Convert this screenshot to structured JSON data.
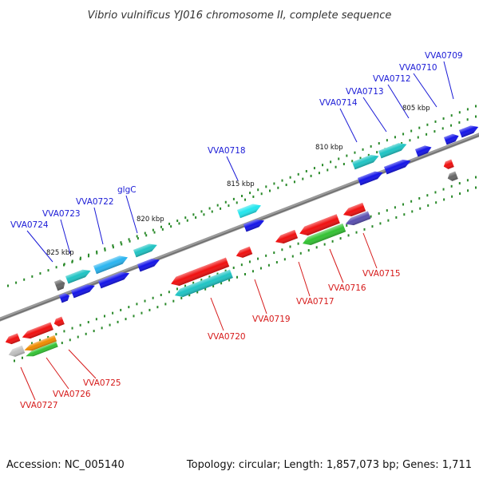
{
  "title": "Vibrio vulnificus YJ016 chromosome II, complete sequence",
  "footer": {
    "accession": "Accession: NC_005140",
    "summary": "Topology: circular; Length: 1,857,073 bp; Genes: 1,711"
  },
  "colors": {
    "top_strand_label": "#1a1ad6",
    "bottom_strand_label": "#d61a1a",
    "backbone": "#8a8a8a",
    "tick": "#2a8a2a"
  },
  "kbp_labels": [
    "805 kbp",
    "810 kbp",
    "815 kbp",
    "820 kbp",
    "825 kbp"
  ],
  "top_gene_labels": [
    "VVA0709",
    "VVA0710",
    "VVA0712",
    "VVA0713",
    "VVA0714",
    "VVA0718",
    "glgC",
    "VVA0722",
    "VVA0723",
    "VVA0724"
  ],
  "bottom_gene_labels": [
    "VVA0715",
    "VVA0716",
    "VVA0717",
    "VVA0719",
    "VVA0720",
    "VVA0725",
    "VVA0726",
    "VVA0727"
  ]
}
